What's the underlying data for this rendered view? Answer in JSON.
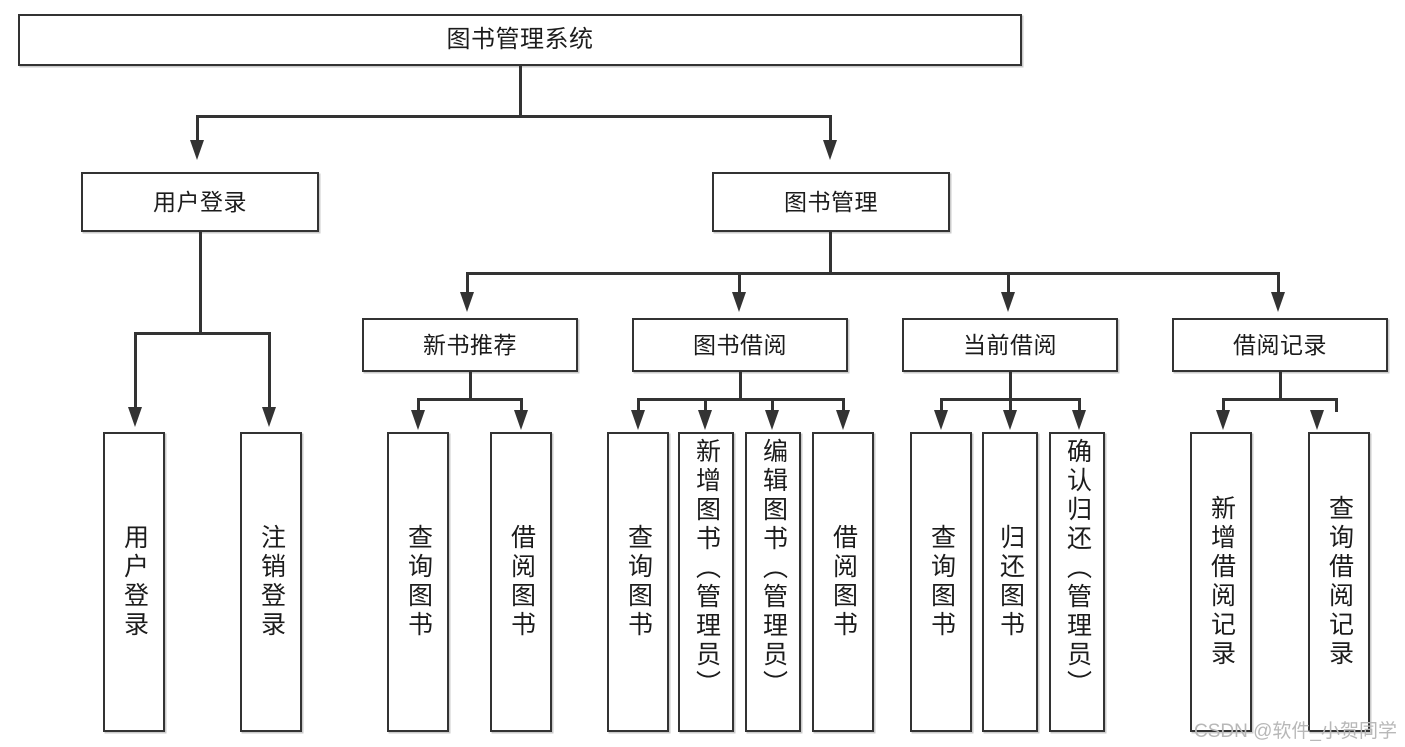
{
  "diagram": {
    "title": "图书管理系统",
    "type": "hierarchy-tree",
    "watermark": "CSDN @软件_小贺同学",
    "colors": {
      "line": "#333333",
      "box_fill": "#ffffff",
      "text": "#1c1c1c",
      "background": "#ffffff",
      "watermark": "#b8b8b8"
    },
    "levels": {
      "root": {
        "label": "图书管理系统"
      },
      "level2": [
        {
          "label": "用户登录"
        },
        {
          "label": "图书管理"
        }
      ],
      "level3": [
        {
          "label": "新书推荐"
        },
        {
          "label": "图书借阅"
        },
        {
          "label": "当前借阅"
        },
        {
          "label": "借阅记录"
        }
      ],
      "leaves": {
        "user_login": [
          {
            "label": "用户登录"
          },
          {
            "label": "注销登录"
          }
        ],
        "new_book": [
          {
            "label": "查询图书"
          },
          {
            "label": "借阅图书"
          }
        ],
        "book_borrow": [
          {
            "label": "查询图书"
          },
          {
            "label": "新增图书（管理员）"
          },
          {
            "label": "编辑图书（管理员）"
          },
          {
            "label": "借阅图书"
          }
        ],
        "current_borrow": [
          {
            "label": "查询图书"
          },
          {
            "label": "归还图书"
          },
          {
            "label": "确认归还（管理员）"
          }
        ],
        "borrow_record": [
          {
            "label": "新增借阅记录"
          },
          {
            "label": "查询借阅记录"
          }
        ]
      }
    }
  }
}
